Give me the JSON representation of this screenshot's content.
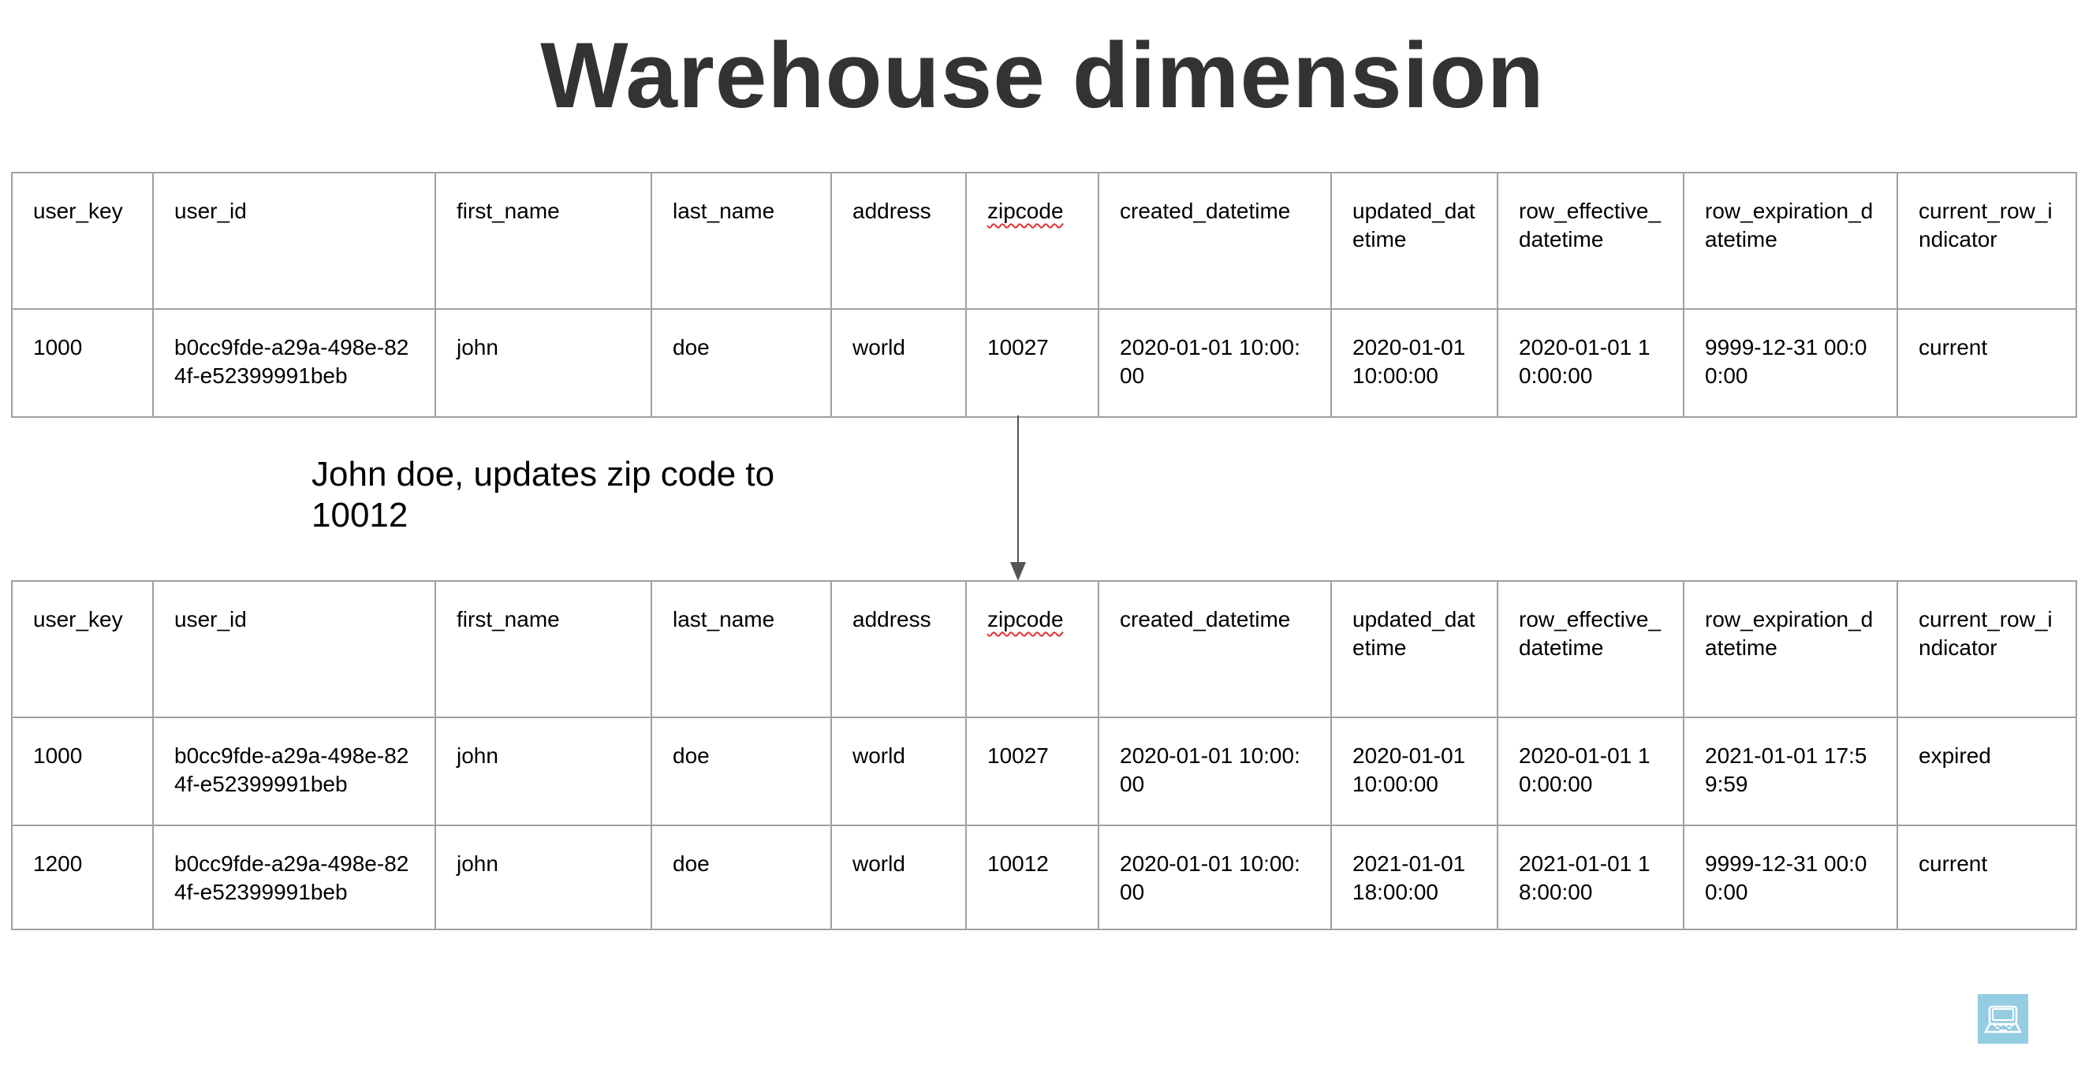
{
  "title": "Warehouse dimension",
  "columns": [
    "user_key",
    "user_id",
    "first_name",
    "last_name",
    "address",
    "zipcode",
    "created_datetime",
    "updated_datetime",
    "row_effective_datetime",
    "row_expiration_datetime",
    "current_row_indicator"
  ],
  "table_before": {
    "rows": [
      [
        "1000",
        "b0cc9fde-a29a-498e-824f-e52399991beb",
        "john",
        "doe",
        "world",
        "10027",
        "2020-01-01 10:00:00",
        "2020-01-01 10:00:00",
        "2020-01-01 10:00:00",
        "9999-12-31 00:00:00",
        "current"
      ]
    ]
  },
  "annotation": "John doe, updates zip code to 10012",
  "table_after": {
    "rows": [
      [
        "1000",
        "b0cc9fde-a29a-498e-824f-e52399991beb",
        "john",
        "doe",
        "world",
        "10027",
        "2020-01-01 10:00:00",
        "2020-01-01 10:00:00",
        "2020-01-01 10:00:00",
        "2021-01-01 17:59:59",
        "expired"
      ],
      [
        "1200",
        "b0cc9fde-a29a-498e-824f-e52399991beb",
        "john",
        "doe",
        "world",
        "10012",
        "2020-01-01 10:00:00",
        "2021-01-01 18:00:00",
        "2021-01-01 18:00:00",
        "9999-12-31 00:00:00",
        "current"
      ]
    ]
  },
  "colors": {
    "title": "#333333",
    "border": "#a0a0a0",
    "arrow": "#555555",
    "icon_bg": "#94cde2"
  },
  "icons": {
    "corner": "laptop-icon"
  }
}
